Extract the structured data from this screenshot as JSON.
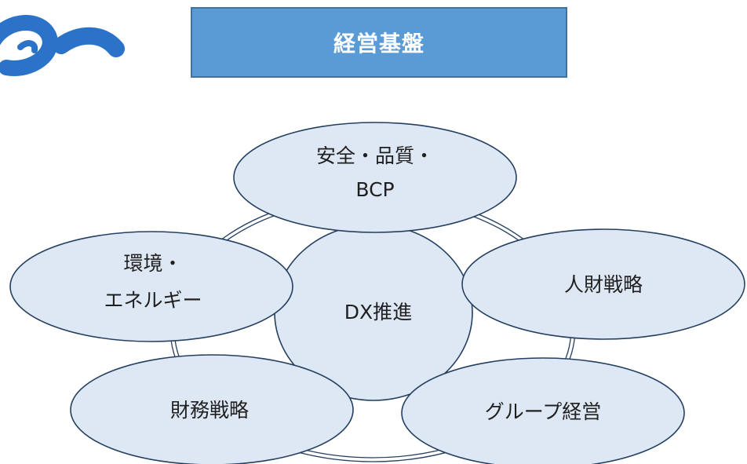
{
  "header": {
    "title": "経営基盤"
  },
  "logo": {
    "icon": "brand-swoosh-icon",
    "color": "#2b73c8"
  },
  "diagram": {
    "center": {
      "label": "DX推進"
    },
    "nodes": [
      {
        "id": "safety",
        "lines": [
          "安全・品質・",
          "BCP"
        ]
      },
      {
        "id": "hr",
        "lines": [
          "人財戦略"
        ]
      },
      {
        "id": "group",
        "lines": [
          "グループ経営"
        ]
      },
      {
        "id": "finance",
        "lines": [
          "財務戦略"
        ]
      },
      {
        "id": "environment",
        "lines": [
          "環境・",
          "エネルギー"
        ]
      }
    ]
  },
  "colors": {
    "title_fill": "#5b9bd5",
    "title_border": "#41719c",
    "node_fill": "#dee8f4",
    "node_stroke": "#243f60"
  }
}
